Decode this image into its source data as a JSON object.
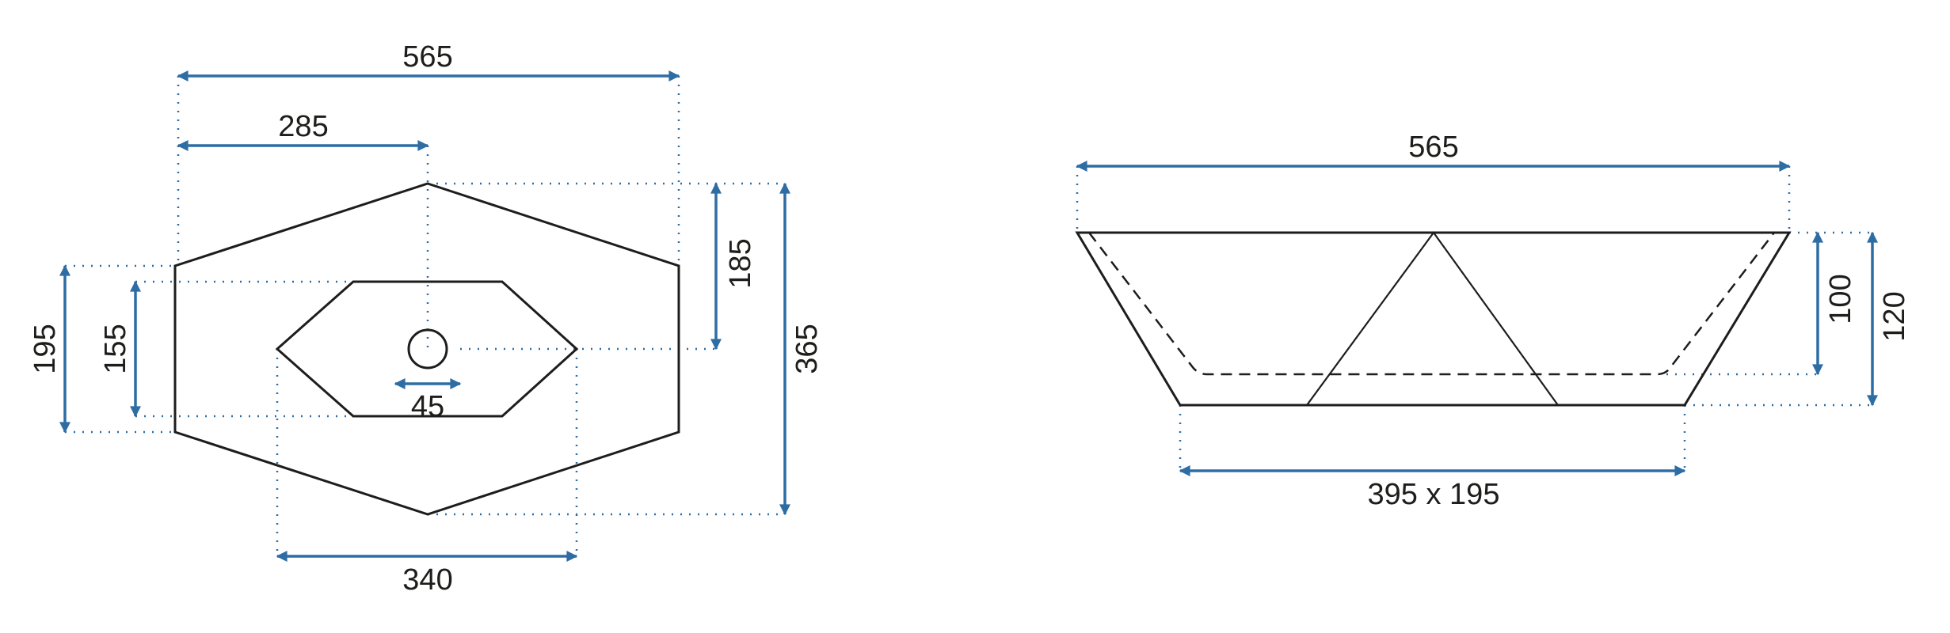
{
  "top_view": {
    "overall_width": "565",
    "drain_offset": "285",
    "overall_depth": "365",
    "drain_to_back": "185",
    "side_height_outer": "195",
    "side_height_inner": "155",
    "drain_diameter": "45",
    "bowl_width": "340"
  },
  "side_view": {
    "overall_width": "565",
    "inner_depth": "100",
    "overall_height": "120",
    "base_size": "395 x 195"
  },
  "colors": {
    "dimension": "#2e6da4",
    "outline": "#1d1d1b"
  }
}
